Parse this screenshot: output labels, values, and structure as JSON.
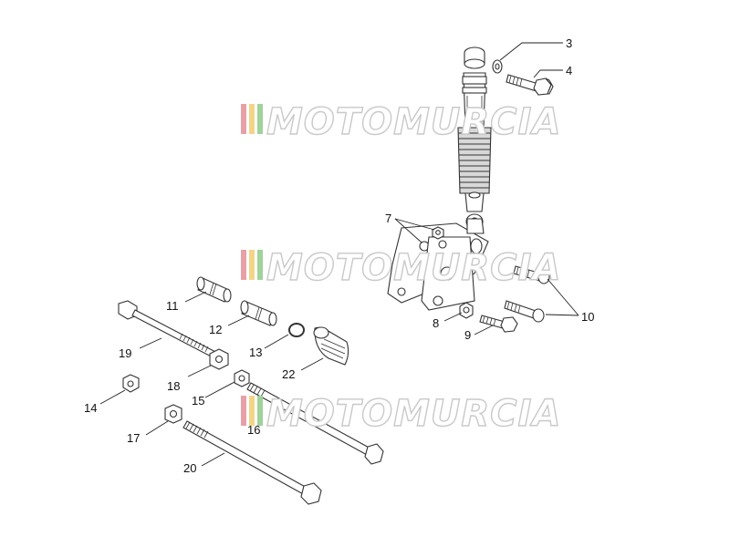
{
  "diagram": {
    "type": "exploded-parts-view",
    "line_color": "#333333",
    "background": "#ffffff"
  },
  "callouts": [
    {
      "id": "c3",
      "label": "3"
    },
    {
      "id": "c4",
      "label": "4"
    },
    {
      "id": "c7",
      "label": "7"
    },
    {
      "id": "c8",
      "label": "8"
    },
    {
      "id": "c9",
      "label": "9"
    },
    {
      "id": "c10",
      "label": "10"
    },
    {
      "id": "c11",
      "label": "11"
    },
    {
      "id": "c12",
      "label": "12"
    },
    {
      "id": "c13",
      "label": "13"
    },
    {
      "id": "c14",
      "label": "14"
    },
    {
      "id": "c15",
      "label": "15"
    },
    {
      "id": "c16",
      "label": "16"
    },
    {
      "id": "c17",
      "label": "17"
    },
    {
      "id": "c18",
      "label": "18"
    },
    {
      "id": "c19",
      "label": "19"
    },
    {
      "id": "c20",
      "label": "20"
    },
    {
      "id": "c22",
      "label": "22"
    }
  ],
  "watermark": {
    "text": "MOTOMURCIA",
    "stripe_colors": [
      "#e8a0a8",
      "#f3d58a",
      "#9fd39a"
    ]
  }
}
